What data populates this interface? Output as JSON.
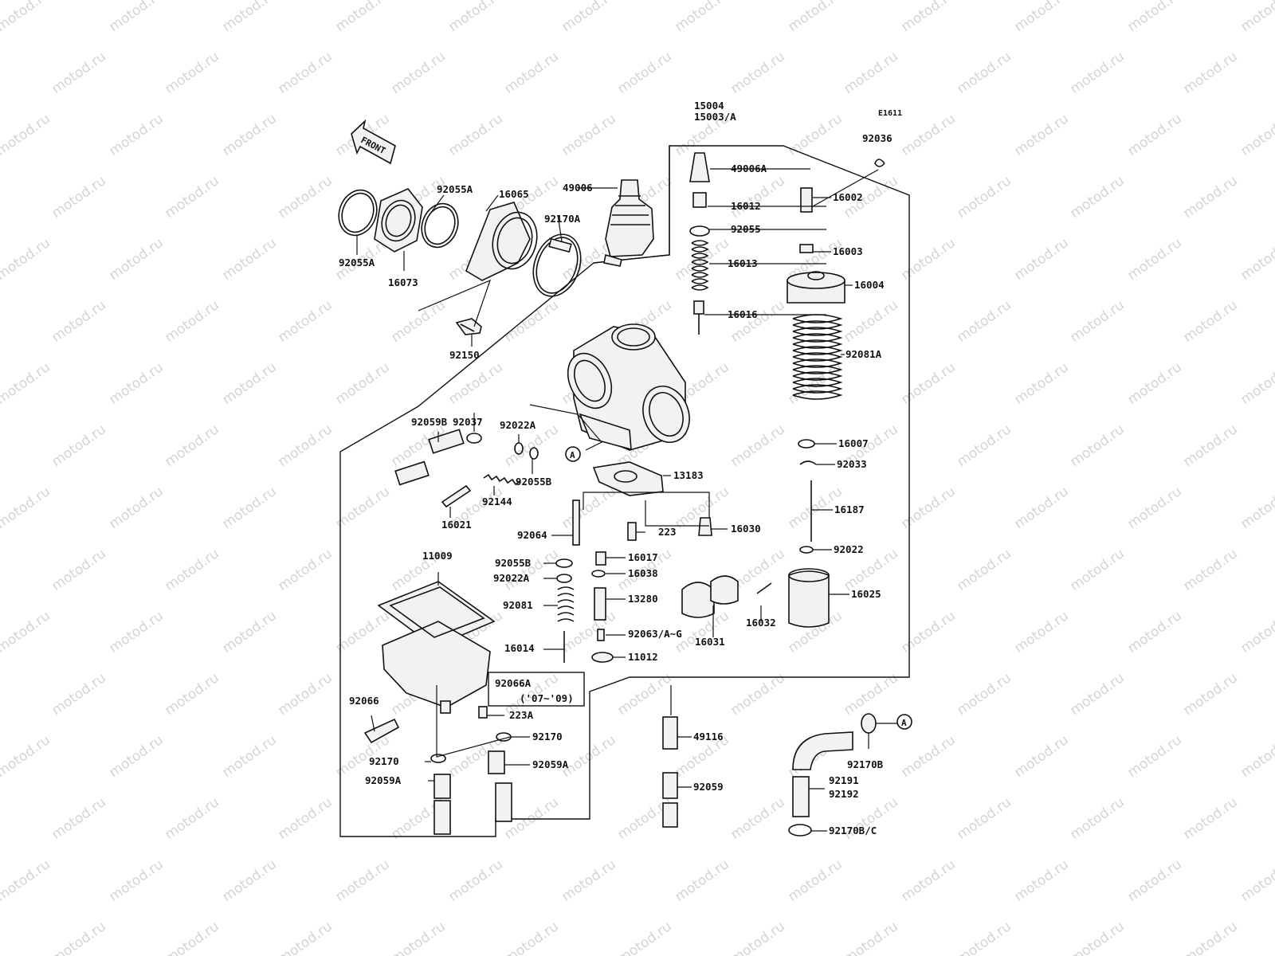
{
  "watermark": "motod.ru",
  "diagram_code": "E1611",
  "front_arrow_text": "FRONT",
  "ref_marker": "A",
  "callouts": [
    {
      "id": "15004",
      "text": "15004"
    },
    {
      "id": "15003A",
      "text": "15003/A"
    },
    {
      "id": "92036",
      "text": "92036"
    },
    {
      "id": "49006A",
      "text": "49006A"
    },
    {
      "id": "16012",
      "text": "16012"
    },
    {
      "id": "92055",
      "text": "92055"
    },
    {
      "id": "16013",
      "text": "16013"
    },
    {
      "id": "16016",
      "text": "16016"
    },
    {
      "id": "16002",
      "text": "16002"
    },
    {
      "id": "16003",
      "text": "16003"
    },
    {
      "id": "16004",
      "text": "16004"
    },
    {
      "id": "92081A",
      "text": "92081A"
    },
    {
      "id": "16007",
      "text": "16007"
    },
    {
      "id": "92033",
      "text": "92033"
    },
    {
      "id": "16187",
      "text": "16187"
    },
    {
      "id": "92022",
      "text": "92022"
    },
    {
      "id": "16025",
      "text": "16025"
    },
    {
      "id": "16032",
      "text": "16032"
    },
    {
      "id": "16031",
      "text": "16031"
    },
    {
      "id": "92055A_top",
      "text": "92055A"
    },
    {
      "id": "16065",
      "text": "16065"
    },
    {
      "id": "49006",
      "text": "49006"
    },
    {
      "id": "92170A",
      "text": "92170A"
    },
    {
      "id": "92055A_left",
      "text": "92055A"
    },
    {
      "id": "16073",
      "text": "16073"
    },
    {
      "id": "92150",
      "text": "92150"
    },
    {
      "id": "92037",
      "text": "92037"
    },
    {
      "id": "92059B",
      "text": "92059B"
    },
    {
      "id": "92022A",
      "text": "92022A"
    },
    {
      "id": "92055B",
      "text": "92055B"
    },
    {
      "id": "92144",
      "text": "92144"
    },
    {
      "id": "16021",
      "text": "16021"
    },
    {
      "id": "13183",
      "text": "13183"
    },
    {
      "id": "92064",
      "text": "92064"
    },
    {
      "id": "223",
      "text": "223"
    },
    {
      "id": "16030",
      "text": "16030"
    },
    {
      "id": "16017",
      "text": "16017"
    },
    {
      "id": "92055B_2",
      "text": "92055B"
    },
    {
      "id": "16038",
      "text": "16038"
    },
    {
      "id": "92022A_2",
      "text": "92022A"
    },
    {
      "id": "13280",
      "text": "13280"
    },
    {
      "id": "92081",
      "text": "92081"
    },
    {
      "id": "92063AG",
      "text": "92063/A~G"
    },
    {
      "id": "16014",
      "text": "16014"
    },
    {
      "id": "11012",
      "text": "11012"
    },
    {
      "id": "11009",
      "text": "11009"
    },
    {
      "id": "92066A",
      "text": "92066A"
    },
    {
      "id": "note_0709",
      "text": "('07~'09)"
    },
    {
      "id": "92066",
      "text": "92066"
    },
    {
      "id": "223A",
      "text": "223A"
    },
    {
      "id": "92170",
      "text": "92170"
    },
    {
      "id": "92170_left",
      "text": "92170"
    },
    {
      "id": "92059A",
      "text": "92059A"
    },
    {
      "id": "92059A_left",
      "text": "92059A"
    },
    {
      "id": "49116",
      "text": "49116"
    },
    {
      "id": "92059",
      "text": "92059"
    },
    {
      "id": "92170B",
      "text": "92170B"
    },
    {
      "id": "92191",
      "text": "92191"
    },
    {
      "id": "92192",
      "text": "92192"
    },
    {
      "id": "92170BC",
      "text": "92170B/C"
    }
  ]
}
